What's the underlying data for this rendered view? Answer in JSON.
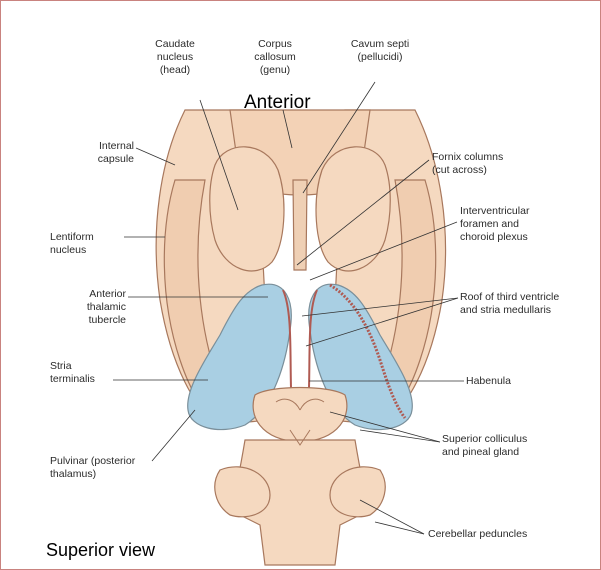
{
  "figure": {
    "caption_top": "Anterior",
    "caption_bottom": "Superior view",
    "labels": {
      "caudate": "Caudate\nnucleus\n(head)",
      "corpus": "Corpus\ncallosum\n(genu)",
      "cavum": "Cavum septi\n(pellucidi)",
      "internal_capsule": "Internal\ncapsule",
      "fornix": "Fornix columns\n(cut across)",
      "interventricular": "Interventricular\nforamen and\nchoroid plexus",
      "lentiform": "Lentiform\nnucleus",
      "anterior_thalamic": "Anterior\nthalamic\ntubercle",
      "roof": "Roof of third ventricle\nand stria medullaris",
      "stria_terminalis": "Stria\nterminalis",
      "habenula": "Habenula",
      "superior_colliculus": "Superior colliculus\nand pineal gland",
      "pulvinar": "Pulvinar (posterior\nthalamus)",
      "cerebellar": "Cerebellar peduncles"
    }
  },
  "colors": {
    "tissue": "#f5d9c0",
    "tissue_dark": "#e9bf9d",
    "outline": "#a8785d",
    "thalamus": "#a9cfe3",
    "choroid": "#b05a52",
    "frame": "#c9837f"
  }
}
